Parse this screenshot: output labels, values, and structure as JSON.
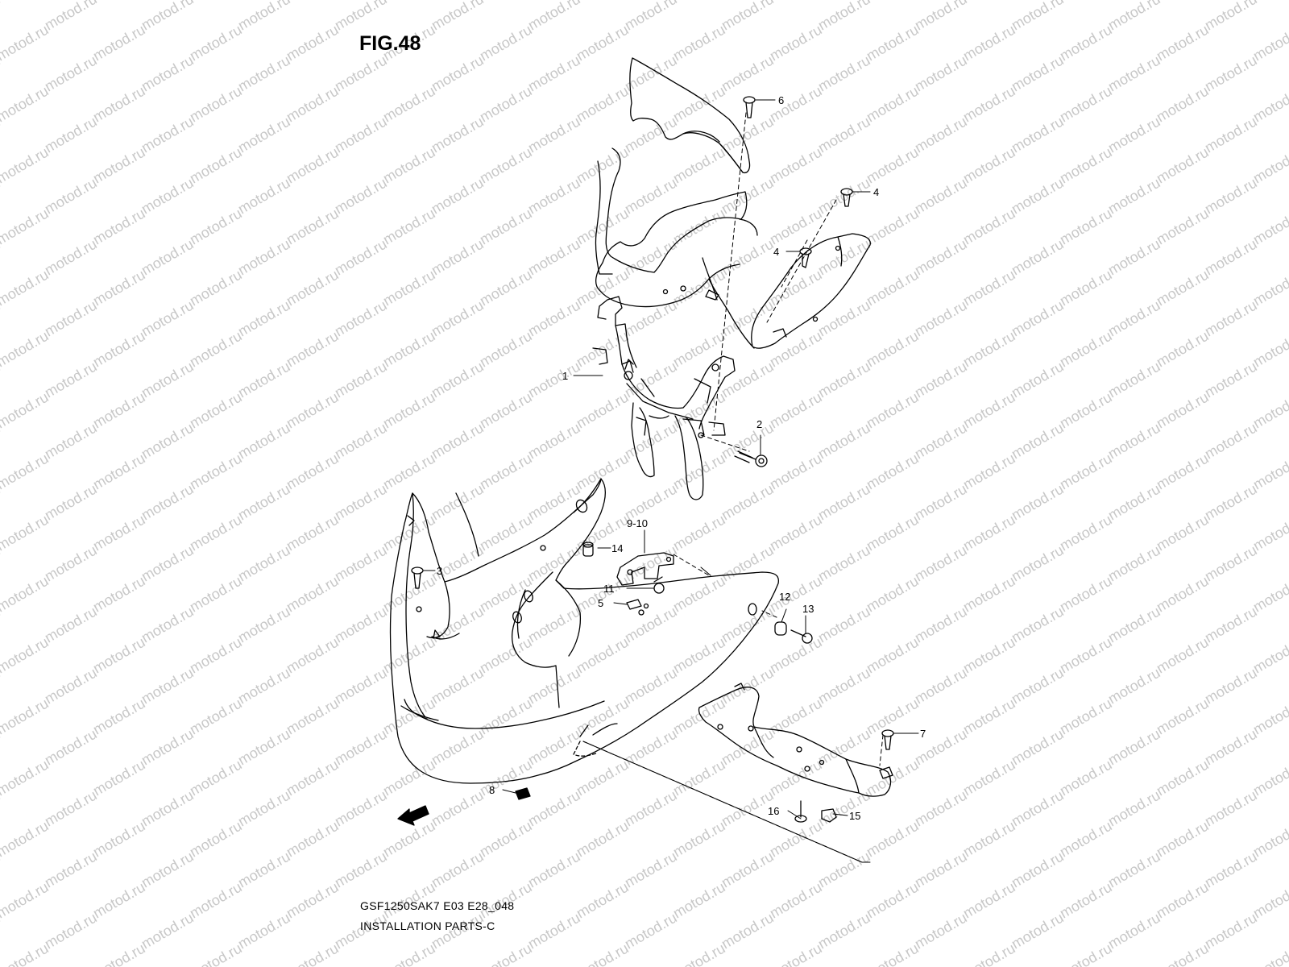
{
  "figure": {
    "title": "FIG.48",
    "code": "GSF1250SAK7 E03 E28_048",
    "name": "INSTALLATION PARTS-C"
  },
  "watermark": {
    "text": "motod.ru",
    "color": "#c8c8c8"
  },
  "callouts": [
    {
      "id": "c6",
      "label": "6"
    },
    {
      "id": "c4a",
      "label": "4"
    },
    {
      "id": "c4b",
      "label": "4"
    },
    {
      "id": "c1",
      "label": "1"
    },
    {
      "id": "c2",
      "label": "2"
    },
    {
      "id": "c910",
      "label": "9-10"
    },
    {
      "id": "c14",
      "label": "14"
    },
    {
      "id": "c3",
      "label": "3"
    },
    {
      "id": "c11",
      "label": "11"
    },
    {
      "id": "c5",
      "label": "5"
    },
    {
      "id": "c12",
      "label": "12"
    },
    {
      "id": "c13",
      "label": "13"
    },
    {
      "id": "c7",
      "label": "7"
    },
    {
      "id": "c8",
      "label": "8"
    },
    {
      "id": "c16",
      "label": "16"
    },
    {
      "id": "c15",
      "label": "15"
    }
  ],
  "direction_arrow": {
    "label": "FWD"
  }
}
